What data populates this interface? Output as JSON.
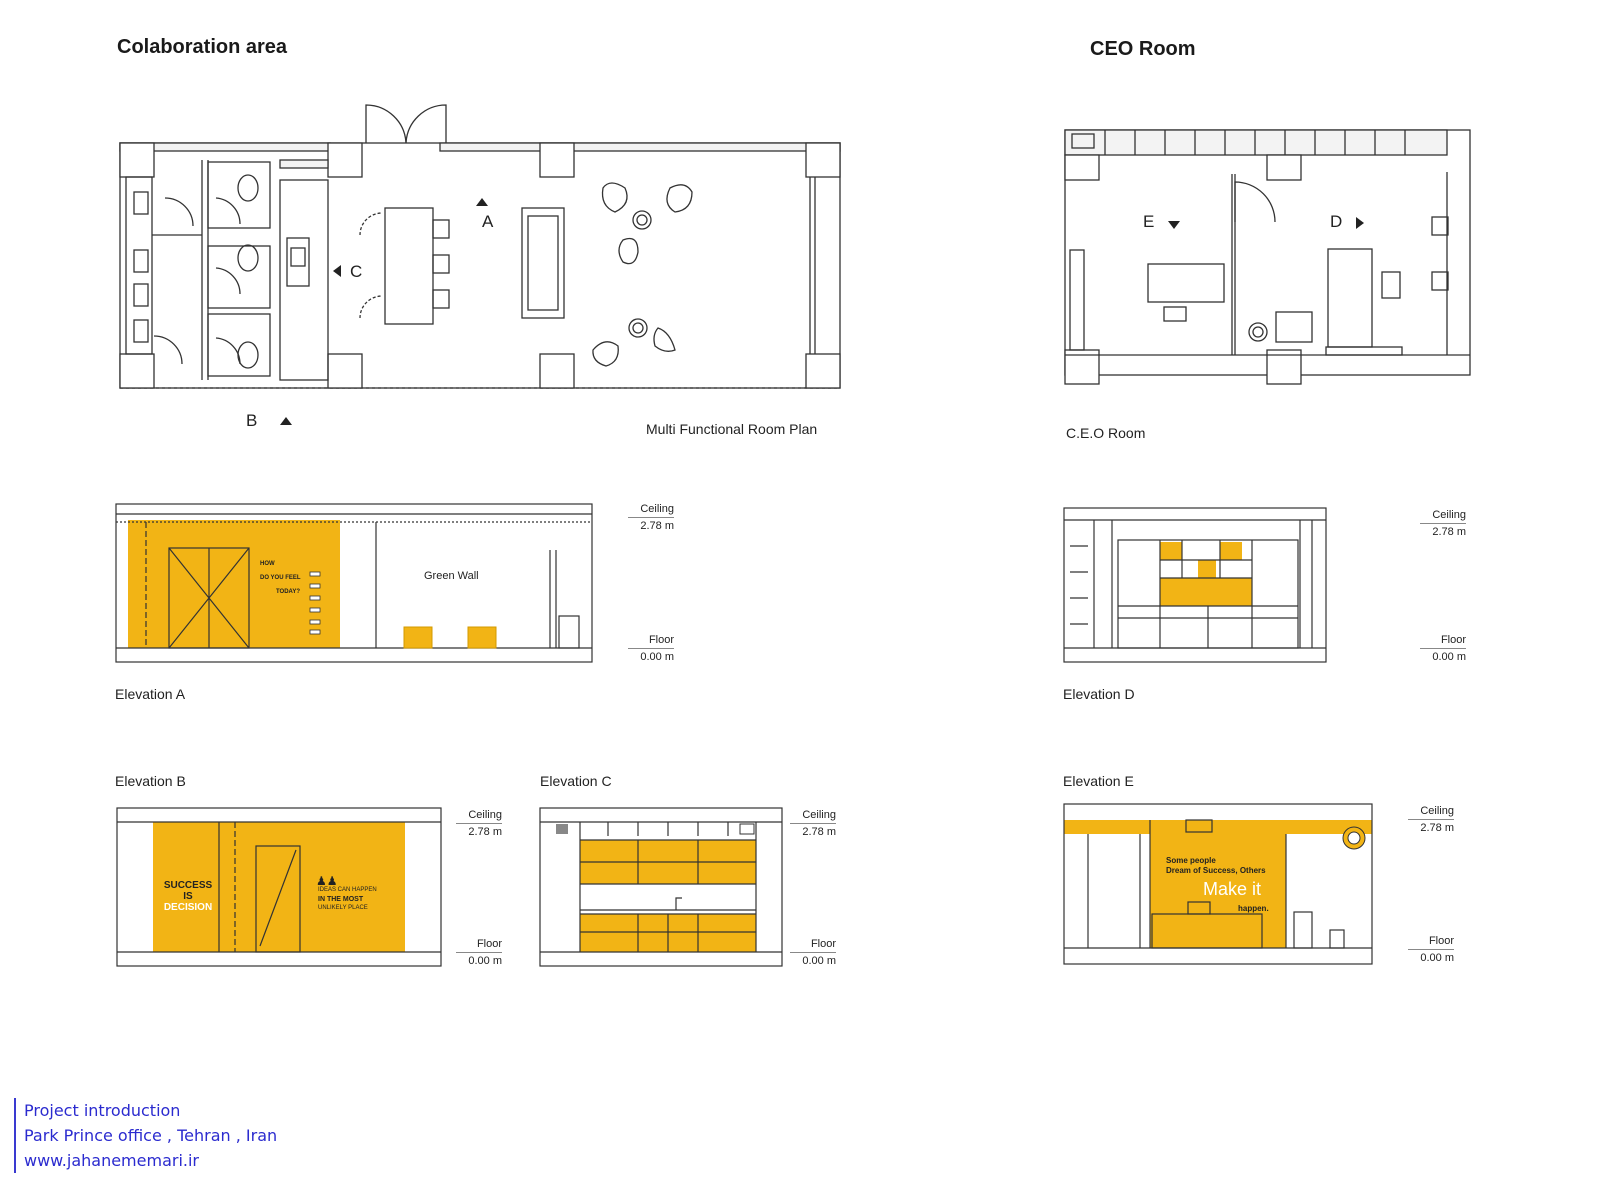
{
  "collab": {
    "title": "Colaboration area",
    "plan_caption": "Multi Functional Room Plan",
    "markers": {
      "a": "A",
      "b": "B",
      "c": "C"
    }
  },
  "ceo": {
    "title": "CEO Room",
    "plan_caption": "C.E.O Room",
    "markers": {
      "d": "D",
      "e": "E"
    }
  },
  "levels": {
    "ceiling_label": "Ceiling",
    "ceiling_value": "2.78 m",
    "floor_label": "Floor",
    "floor_value": "0.00 m"
  },
  "elevations": {
    "a": {
      "label": "Elevation  A",
      "green_wall": "Green Wall",
      "mood_lines": [
        "HOW",
        "DO YOU FEEL",
        "TODAY?"
      ]
    },
    "b": {
      "label": "Elevation  B",
      "success_lines": [
        "SUCCESS",
        "IS",
        "DECISION"
      ],
      "ideas_lines": [
        "IDEAS CAN HAPPEN",
        "IN THE MOST",
        "UNLIKELY PLACE"
      ]
    },
    "c": {
      "label": "Elevation  C"
    },
    "d": {
      "label": "Elevation  D"
    },
    "e": {
      "label": "Elevation  E",
      "quote_lines": [
        "Some people",
        "Dream of Success, Others"
      ],
      "make_it": "Make it",
      "happen": "happen."
    }
  },
  "footer": {
    "line1": "Project introduction",
    "line2": "Park Prince office , Tehran , Iran",
    "line3": "www.jahanememari.ir"
  },
  "colors": {
    "accent_yellow": "#F2B415",
    "line": "#333333",
    "footer_blue": "#2B2BCF"
  }
}
